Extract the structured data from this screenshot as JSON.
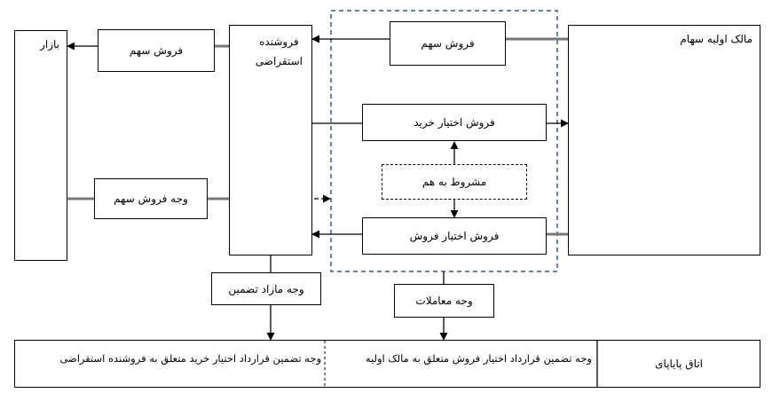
{
  "nodes": {
    "market": "بازار",
    "sell_share_left": "فروش سهم",
    "short_seller": "فروشنده\nاستقراضی",
    "sell_share_right": "فروش سهم",
    "original_owner": "مالک اولیه سهام",
    "call_option_sale": "فروش اختیار خرید",
    "conditional": "مشروط به هم",
    "put_option_sale": "فروش اختیار فروش",
    "share_sale_proceeds": "وجه فروش سهم",
    "excess_margin": "وجه مازاد تضمین",
    "transaction_funds": "وجه معاملات",
    "clearing_house": "اتاق پایاپای",
    "margin_original_owner": "وجه تضمین قرارداد اختیار فروش متعلق به مالک اولیه",
    "margin_short_seller": "وجه تضمین قرارداد اختیار خرید متعلق به فروشنده استقراضی"
  },
  "colors": {
    "frame_dashed": "#3d5a7a",
    "line": "#000000"
  }
}
